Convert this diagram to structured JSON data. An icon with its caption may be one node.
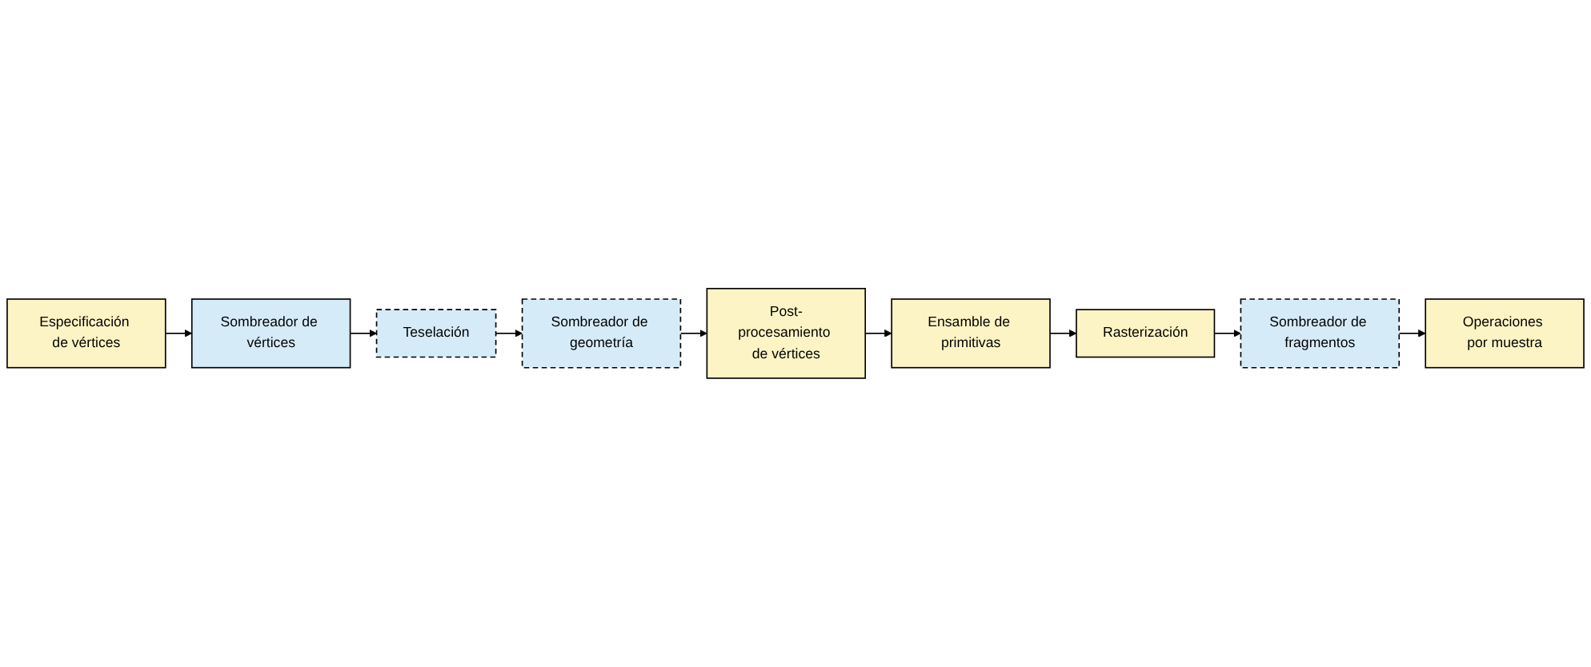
{
  "diagram": {
    "nodes": [
      {
        "text": [
          "Especificación de vértices"
        ]
      },
      {
        "text": [
          "Sombreador de vértices"
        ]
      },
      {
        "text": [
          "Teselación"
        ]
      },
      {
        "text": [
          "Sombreador de geometría"
        ]
      },
      {
        "text": [
          "Post-procesamiento de vértices"
        ]
      },
      {
        "text": [
          "Ensamble de primitivas"
        ]
      },
      {
        "text": [
          "Rasterización"
        ]
      },
      {
        "text": [
          "Sombreador de fragmentos"
        ]
      },
      {
        "text": [
          "Operaciones por muestra"
        ]
      }
    ],
    "edges": [
      {
        "from": 0,
        "to": 1,
        "arrow": "to"
      },
      {
        "from": 1,
        "to": 2,
        "arrow": "to"
      },
      {
        "from": 2,
        "to": 3,
        "arrow": "to"
      },
      {
        "from": 3,
        "to": 4,
        "arrow": "to"
      },
      {
        "from": 4,
        "to": 5,
        "arrow": "to"
      },
      {
        "from": 5,
        "to": 6,
        "arrow": "to"
      },
      {
        "from": 6,
        "to": 7,
        "arrow": "to"
      },
      {
        "from": 7,
        "to": 8,
        "arrow": "to"
      }
    ]
  }
}
